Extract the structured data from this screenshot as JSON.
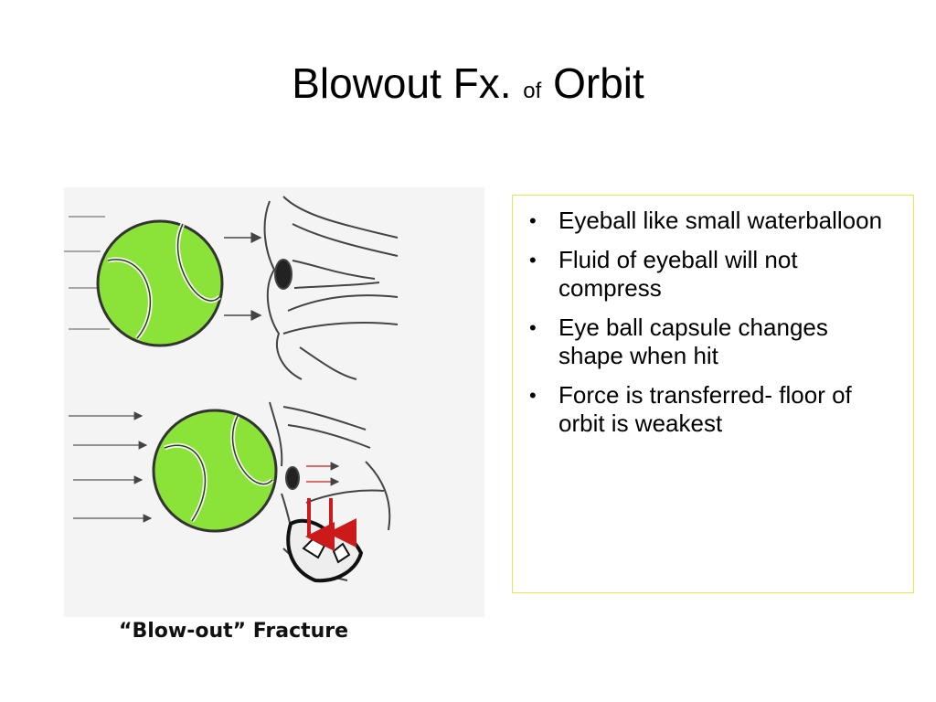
{
  "slide": {
    "title_part1": "Blowout Fx.",
    "title_part2": "of",
    "title_part3": "Orbit"
  },
  "figure": {
    "caption": "“Blow-out” Fracture",
    "ball_color": "#8be33a",
    "arrow_color": "#cc1a1a"
  },
  "bullets": [
    "Eyeball like small waterballoon",
    "Fluid of eyeball will not compress",
    "Eye ball capsule changes shape when hit",
    "Force is transferred- floor of orbit is weakest"
  ],
  "colors": {
    "textbox_border": "#e8e84a"
  }
}
